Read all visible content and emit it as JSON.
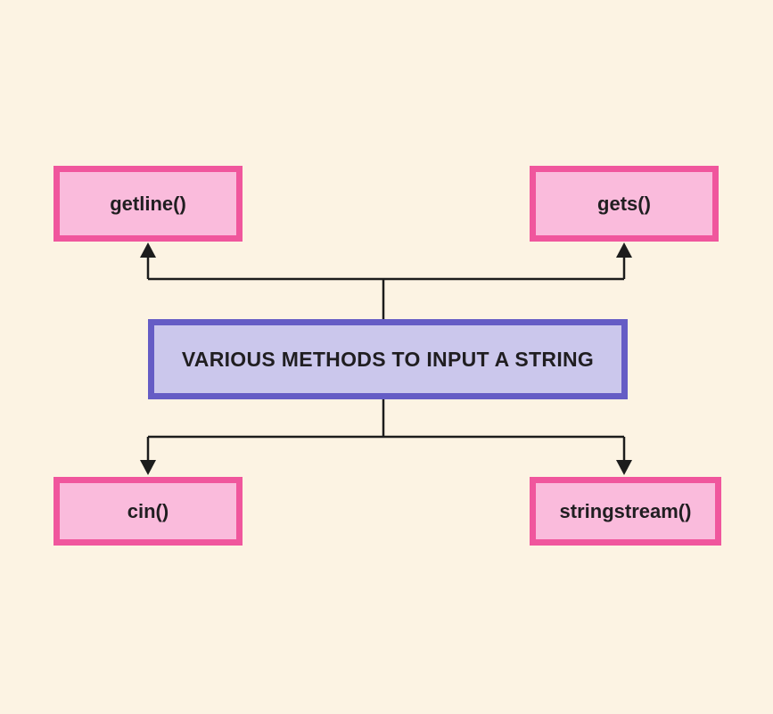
{
  "canvas": {
    "background": "#FCF3E3"
  },
  "diagram": {
    "center_node": {
      "label": "VARIOUS METHODS TO INPUT A STRING",
      "fill": "#CBC7EC",
      "border_color": "#655CC5"
    },
    "method_nodes": [
      {
        "label": "getline()",
        "position": "top-left"
      },
      {
        "label": "gets()",
        "position": "top-right"
      },
      {
        "label": "cin()",
        "position": "bottom-left"
      },
      {
        "label": "stringstream()",
        "position": "bottom-right"
      }
    ],
    "method_node_style": {
      "fill": "#FABBDC",
      "border_color": "#F0569D"
    },
    "connector": {
      "color": "#1C1C1C"
    },
    "text_color": "#201E21"
  }
}
